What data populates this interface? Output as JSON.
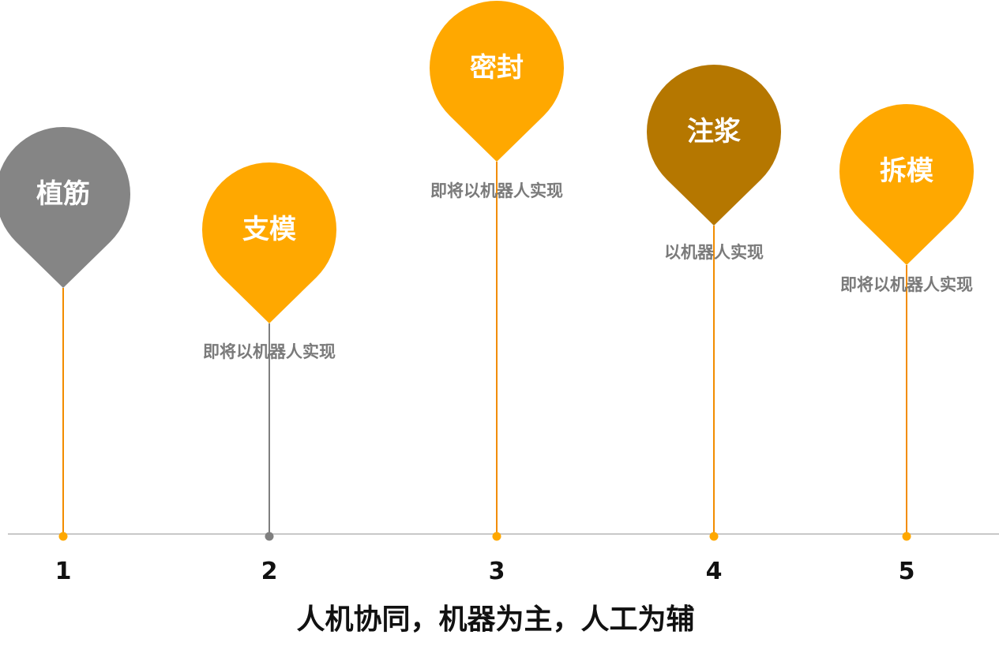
{
  "caption": "人机协同，机器为主，人工为辅",
  "colors": {
    "gray": "#858585",
    "orange": "#FFA800",
    "brown": "#B57700",
    "stem_orange": "#F28C00",
    "stem_gray": "#7F7F7F",
    "axis": "#C8C8C8"
  },
  "steps": [
    {
      "number": "1",
      "title": "植筋",
      "subtitle": "",
      "pin_color": "#858585",
      "stem_color": "#F28C00",
      "dot_color": "#FFA800"
    },
    {
      "number": "2",
      "title": "支模",
      "subtitle": "即将以机器人实现",
      "pin_color": "#FFA800",
      "stem_color": "#7F7F7F",
      "dot_color": "#7F7F7F"
    },
    {
      "number": "3",
      "title": "密封",
      "subtitle": "即将以机器人实现",
      "pin_color": "#FFA800",
      "stem_color": "#F28C00",
      "dot_color": "#FFA800"
    },
    {
      "number": "4",
      "title": "注浆",
      "subtitle": "以机器人实现",
      "pin_color": "#B57700",
      "stem_color": "#F28C00",
      "dot_color": "#FFA800"
    },
    {
      "number": "5",
      "title": "拆模",
      "subtitle": "即将以机器人实现",
      "pin_color": "#FFA800",
      "stem_color": "#F28C00",
      "dot_color": "#FFA800"
    }
  ]
}
